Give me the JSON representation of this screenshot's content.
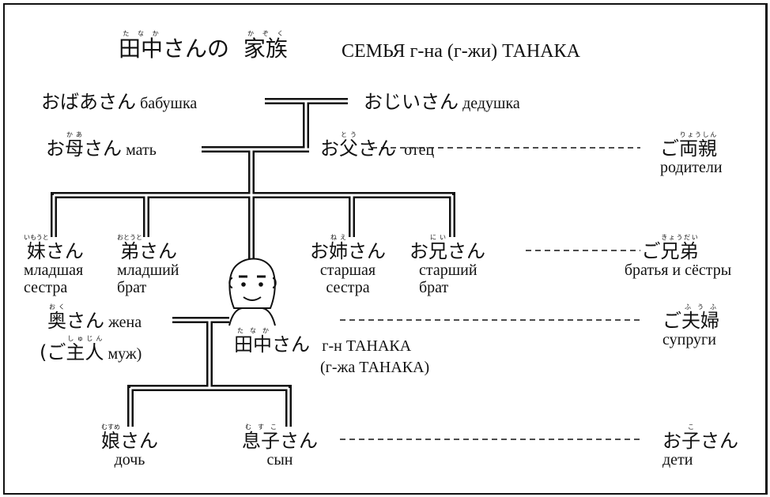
{
  "title": {
    "jp_pre": "田中",
    "jp_pre_rt": "たなか",
    "jp_mid": "さんの",
    "jp_fam": "家族",
    "jp_fam_rt": "かぞく",
    "ru": "СЕМЬЯ г-на (г-жи) ТАНАКА"
  },
  "grandmother": {
    "jp": "おばあさん",
    "ru": "бабушка"
  },
  "grandfather": {
    "jp": "おじいさん",
    "ru": "дедушка"
  },
  "mother": {
    "pre": "お",
    "kanji": "母",
    "rt": "かあ",
    "post": "さん",
    "ru": "мать"
  },
  "father": {
    "pre": "お",
    "kanji": "父",
    "rt": "とう",
    "post": "さん",
    "ru": "отец"
  },
  "parents": {
    "pre": "ご",
    "kanji": "両親",
    "rt": "りょうしん",
    "ru": "родители"
  },
  "younger_sister": {
    "kanji": "妹",
    "rt": "いもうと",
    "post": "さん",
    "ru1": "младшая",
    "ru2": "сестра"
  },
  "younger_brother": {
    "kanji": "弟",
    "rt": "おとうと",
    "post": "さん",
    "ru1": "младший",
    "ru2": "брат"
  },
  "older_sister": {
    "pre": "お",
    "kanji": "姉",
    "rt": "ねえ",
    "post": "さん",
    "ru1": "старшая",
    "ru2": "сестра"
  },
  "older_brother": {
    "pre": "お",
    "kanji": "兄",
    "rt": "にい",
    "post": "さん",
    "ru1": "старший",
    "ru2": "брат"
  },
  "siblings": {
    "pre": "ご",
    "kanji": "兄弟",
    "rt": "きょうだい",
    "ru": "братья и сёстры"
  },
  "wife": {
    "kanji": "奥",
    "rt": "おく",
    "post": "さん",
    "ru": "жена"
  },
  "husband": {
    "open": "(ご",
    "kanji": "主人",
    "rt": "しゅじん",
    "ru": "муж)"
  },
  "tanaka": {
    "kanji": "田中",
    "rt": "たなか",
    "post": "さん",
    "ru1": "г-н ТАНАКА",
    "ru2": "(г-жа ТАНАКА)"
  },
  "couple": {
    "pre": "ご",
    "kanji": "夫婦",
    "rt": "ふうふ",
    "ru": "супруги"
  },
  "daughter": {
    "kanji": "娘",
    "rt": "むすめ",
    "post": "さん",
    "ru": "дочь"
  },
  "son": {
    "kanji": "息子",
    "rt": "むすこ",
    "post": "さん",
    "ru": "сын"
  },
  "children": {
    "pre": "お",
    "kanji": "子",
    "rt": "こ",
    "post": "さん",
    "ru": "дети"
  }
}
